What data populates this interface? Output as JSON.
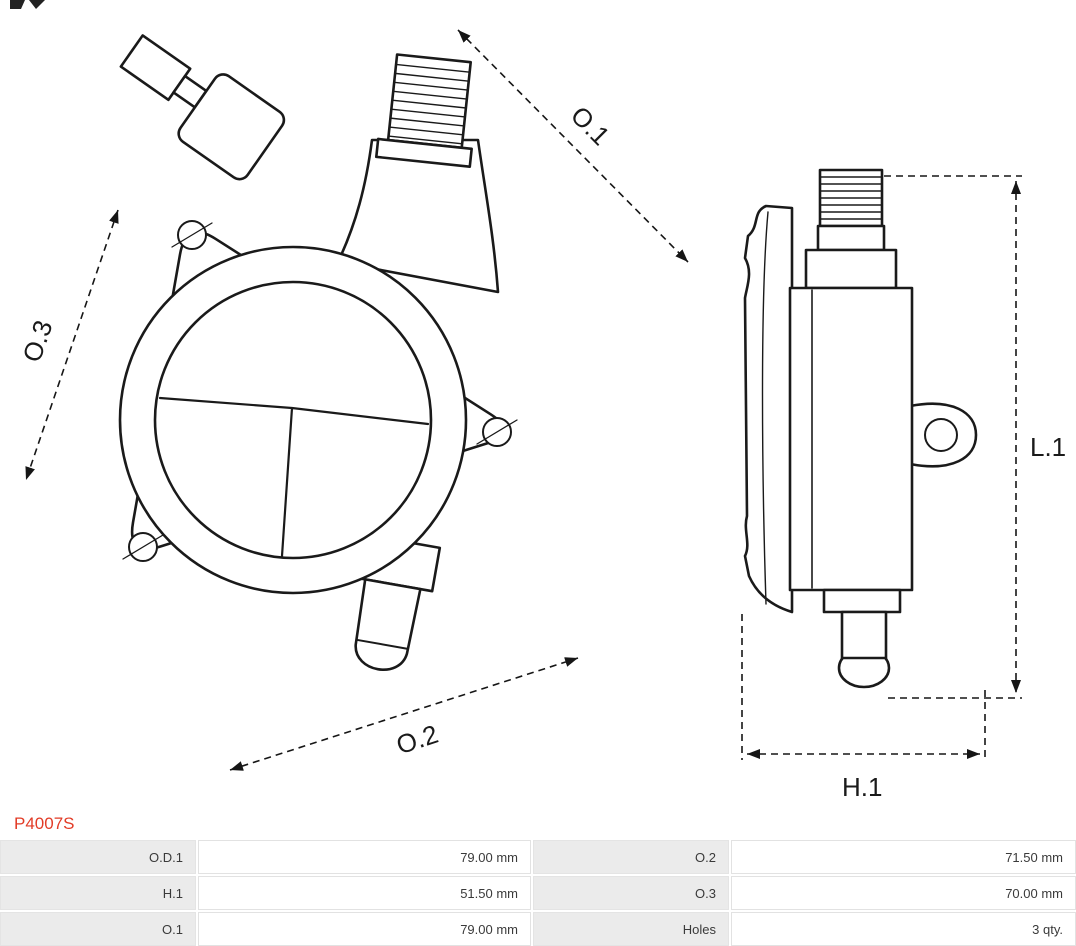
{
  "part_number": "P4007S",
  "diagram": {
    "dimension_labels": {
      "o1": "O.1",
      "o2": "O.2",
      "o3": "O.3",
      "l1": "L.1",
      "h1": "H.1"
    }
  },
  "specs": {
    "rows": [
      {
        "c0_label": "O.D.1",
        "c0_value": "79.00 mm",
        "c1_label": "O.2",
        "c1_value": "71.50 mm"
      },
      {
        "c0_label": "H.1",
        "c0_value": "51.50 mm",
        "c1_label": "O.3",
        "c1_value": "70.00 mm"
      },
      {
        "c0_label": "O.1",
        "c0_value": "79.00 mm",
        "c1_label": "Holes",
        "c1_value": "3 qty."
      }
    ]
  },
  "colors": {
    "part_number": "#e23b26",
    "table_label_bg": "#ebebeb",
    "table_border": "#e2e2e2",
    "line": "#1a1a1a"
  }
}
